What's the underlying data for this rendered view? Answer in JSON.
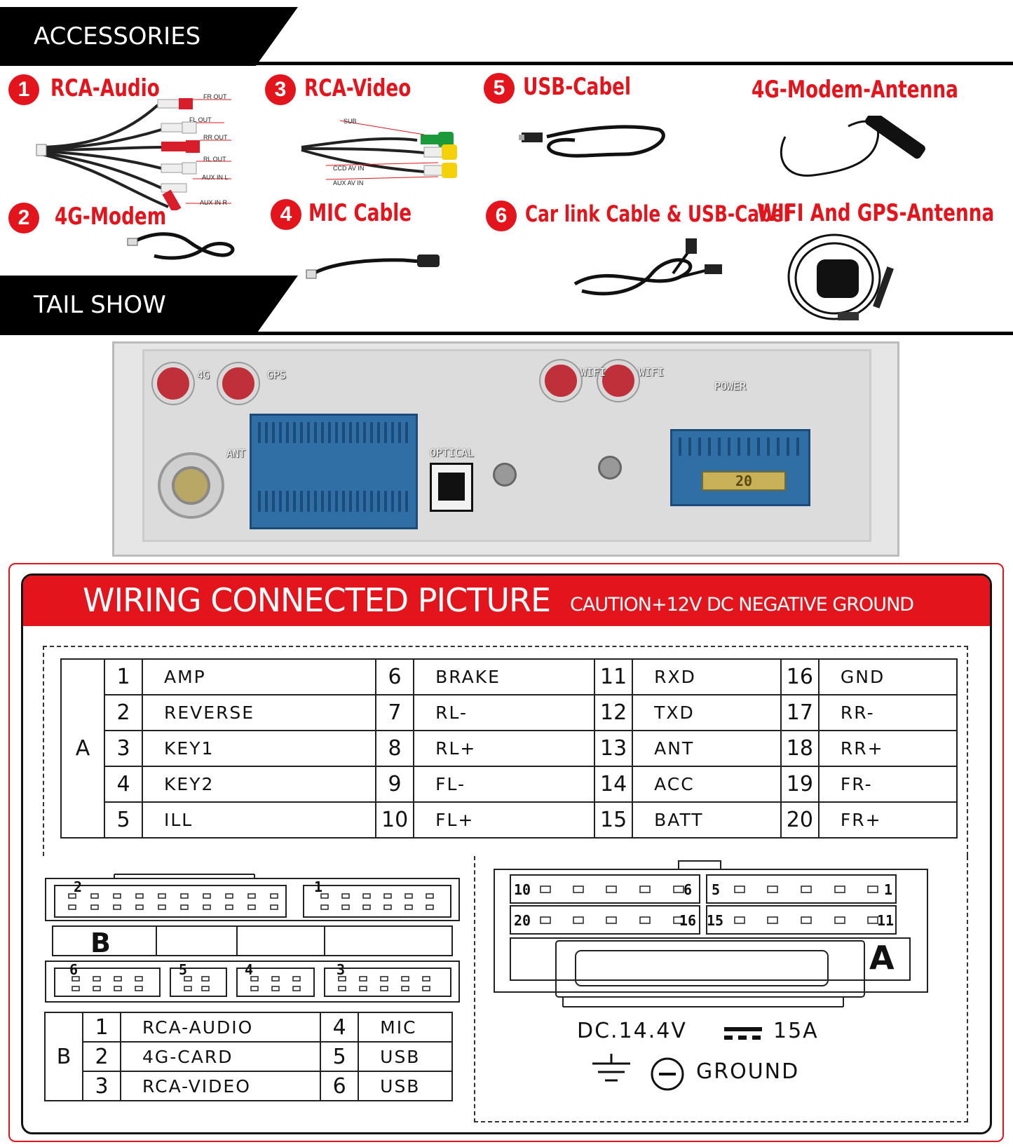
{
  "header": {
    "accessories_title": "ACCESSORIES",
    "tail_title": "TAIL SHOW"
  },
  "accessories": [
    {
      "num": "1",
      "title": "RCA-Audio"
    },
    {
      "num": "2",
      "title": "4G-Modem"
    },
    {
      "num": "3",
      "title": "RCA-Video"
    },
    {
      "num": "4",
      "title": "MIC Cable"
    },
    {
      "num": "5",
      "title": "USB-Cabel"
    },
    {
      "num": "6",
      "title": "Car link Cable & USB-Cabel"
    },
    {
      "num": "",
      "title": "4G-Modem-Antenna"
    },
    {
      "num": "",
      "title": "WIFI And GPS-Antenna"
    }
  ],
  "rca_audio_tags": [
    "FR OUT",
    "FL OUT",
    "RR OUT",
    "RL OUT",
    "AUX IN L",
    "AUX IN R"
  ],
  "rca_video_tags": [
    "SUB",
    "CCD AV IN",
    "AUX AV IN"
  ],
  "panel_labels": {
    "p4g": "4G",
    "gps": "GPS",
    "ant": "ANT",
    "optical": "OPTICAL",
    "wifi1": "WIFI",
    "wifi2": "WIFI",
    "power": "POWER",
    "fuse": "20"
  },
  "wiring": {
    "title": "WIRING CONNECTED PICTURE",
    "caution": "CAUTION+12V DC NEGATIVE GROUND",
    "group_a": "A",
    "pins_a": [
      [
        {
          "n": "1",
          "l": "AMP"
        },
        {
          "n": "6",
          "l": "BRAKE"
        },
        {
          "n": "11",
          "l": "RXD"
        },
        {
          "n": "16",
          "l": "GND"
        }
      ],
      [
        {
          "n": "2",
          "l": "REVERSE"
        },
        {
          "n": "7",
          "l": "RL-"
        },
        {
          "n": "12",
          "l": "TXD"
        },
        {
          "n": "17",
          "l": "RR-"
        }
      ],
      [
        {
          "n": "3",
          "l": "KEY1"
        },
        {
          "n": "8",
          "l": "RL+"
        },
        {
          "n": "13",
          "l": "ANT"
        },
        {
          "n": "18",
          "l": "RR+"
        }
      ],
      [
        {
          "n": "4",
          "l": "KEY2"
        },
        {
          "n": "9",
          "l": "FL-"
        },
        {
          "n": "14",
          "l": "ACC"
        },
        {
          "n": "19",
          "l": "FR-"
        }
      ],
      [
        {
          "n": "5",
          "l": "ILL"
        },
        {
          "n": "10",
          "l": "FL+"
        },
        {
          "n": "15",
          "l": "BATT"
        },
        {
          "n": "20",
          "l": "FR+"
        }
      ]
    ],
    "group_b": "B",
    "pins_b": [
      [
        {
          "n": "1",
          "l": "RCA-AUDIO"
        },
        {
          "n": "4",
          "l": "MIC"
        }
      ],
      [
        {
          "n": "2",
          "l": "4G-CARD"
        },
        {
          "n": "5",
          "l": "USB"
        }
      ],
      [
        {
          "n": "3",
          "l": "RCA-VIDEO"
        },
        {
          "n": "6",
          "l": "USB"
        }
      ]
    ],
    "conn_b_letter": "B",
    "conn_b_ports": [
      "2",
      "1",
      "6",
      "5",
      "4",
      "3"
    ],
    "conn_a_letter": "A",
    "conn_a_pins": [
      "10",
      "6",
      "5",
      "1",
      "20",
      "16",
      "15",
      "11"
    ],
    "power_spec": "DC.14.4V",
    "current": "15A",
    "ground_label": "GROUND"
  },
  "colors": {
    "accent_red": "#e3141b",
    "connector_blue": "#2f6fa6"
  }
}
